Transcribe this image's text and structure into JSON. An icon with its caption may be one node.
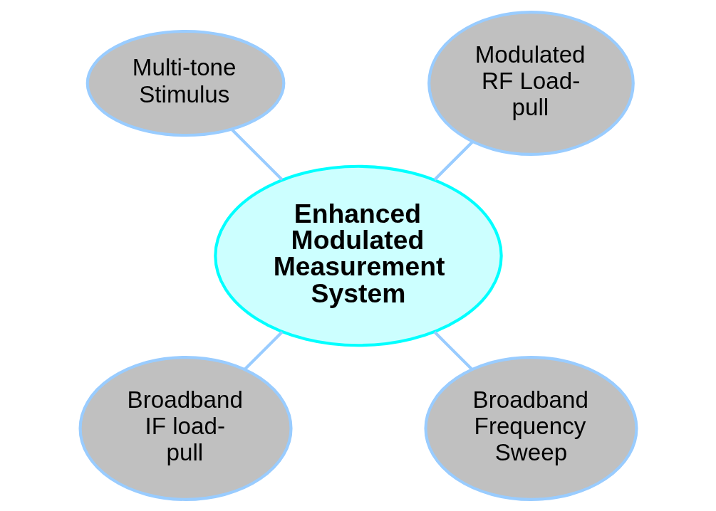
{
  "diagram": {
    "nodes": [
      {
        "text": [
          "Enhanced Modulated Measurement System"
        ]
      },
      {
        "text": [
          "Modulated RF Load-pull"
        ]
      },
      {
        "text": [
          "Multi-tone Stimulus"
        ]
      },
      {
        "text": [
          "Broadband IF load-pull"
        ]
      },
      {
        "text": [
          "Broadband Frequency Sweep"
        ]
      }
    ],
    "edges": [
      {
        "from": 0,
        "to": 1,
        "arrow": "none"
      },
      {
        "from": 0,
        "to": 2,
        "arrow": "none"
      },
      {
        "from": 0,
        "to": 3,
        "arrow": "none"
      },
      {
        "from": 0,
        "to": 4,
        "arrow": "none"
      }
    ]
  }
}
